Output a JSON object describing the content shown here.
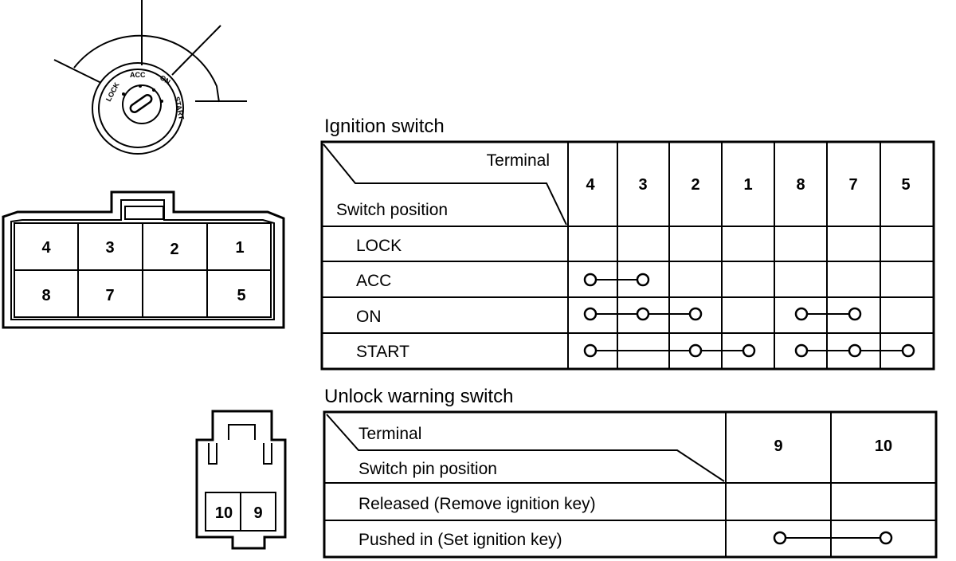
{
  "key_cylinder": {
    "positions": [
      "LOCK",
      "ACC",
      "ON",
      "START"
    ]
  },
  "ignition_connector": {
    "row1": [
      "4",
      "3",
      "2",
      "1"
    ],
    "row2": [
      "8",
      "7",
      "",
      "5"
    ]
  },
  "ignition_table": {
    "title": "Ignition switch",
    "header_terminal": "Terminal",
    "header_position": "Switch position",
    "terminals": [
      "4",
      "3",
      "2",
      "1",
      "8",
      "7",
      "5"
    ],
    "rows": [
      {
        "label": "LOCK",
        "links": []
      },
      {
        "label": "ACC",
        "links": [
          [
            "4",
            "3"
          ]
        ]
      },
      {
        "label": "ON",
        "links": [
          [
            "4",
            "3",
            "2"
          ],
          [
            "8",
            "7"
          ]
        ]
      },
      {
        "label": "START",
        "links": [
          [
            "4",
            "2",
            "1"
          ],
          [
            "8",
            "7",
            "5"
          ]
        ]
      }
    ]
  },
  "warning_connector": {
    "pins": [
      "10",
      "9"
    ]
  },
  "unlock_table": {
    "title": "Unlock warning switch",
    "header_terminal": "Terminal",
    "header_position": "Switch pin position",
    "terminals": [
      "9",
      "10"
    ],
    "rows": [
      {
        "label": "Released (Remove ignition key)",
        "links": []
      },
      {
        "label": "Pushed in (Set ignition key)",
        "links": [
          [
            "9",
            "10"
          ]
        ]
      }
    ]
  }
}
